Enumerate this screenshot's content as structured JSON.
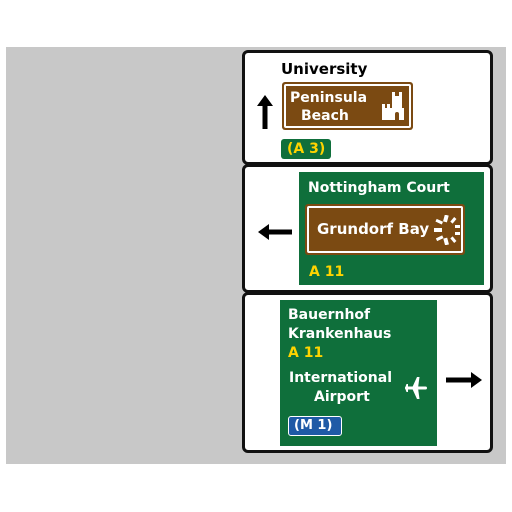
{
  "sign1": {
    "destination": "University",
    "tourist_line1": "Peninsula",
    "tourist_line2": "Beach",
    "route": "(A 3)",
    "arrow": "up-arrow-icon",
    "tourist_icon": "castle-icon"
  },
  "sign2": {
    "destination": "Nottingham Court",
    "tourist": "Grundorf Bay",
    "route": "A 11",
    "arrow": "left-arrow-icon",
    "tourist_icon": "attraction-sun-icon"
  },
  "sign3": {
    "line1": "Bauernhof",
    "line2": "Krankenhaus",
    "route": "A 11",
    "airport_line1": "International",
    "airport_line2": "Airport",
    "motorway": "(M 1)",
    "arrow": "right-arrow-icon",
    "airport_icon": "airplane-icon"
  },
  "colors": {
    "primary_green": "#0f6f3b",
    "tourist_brown": "#7b4a12",
    "route_yellow": "#ffd400",
    "motorway_blue": "#1f5aa6",
    "border": "#111111"
  }
}
